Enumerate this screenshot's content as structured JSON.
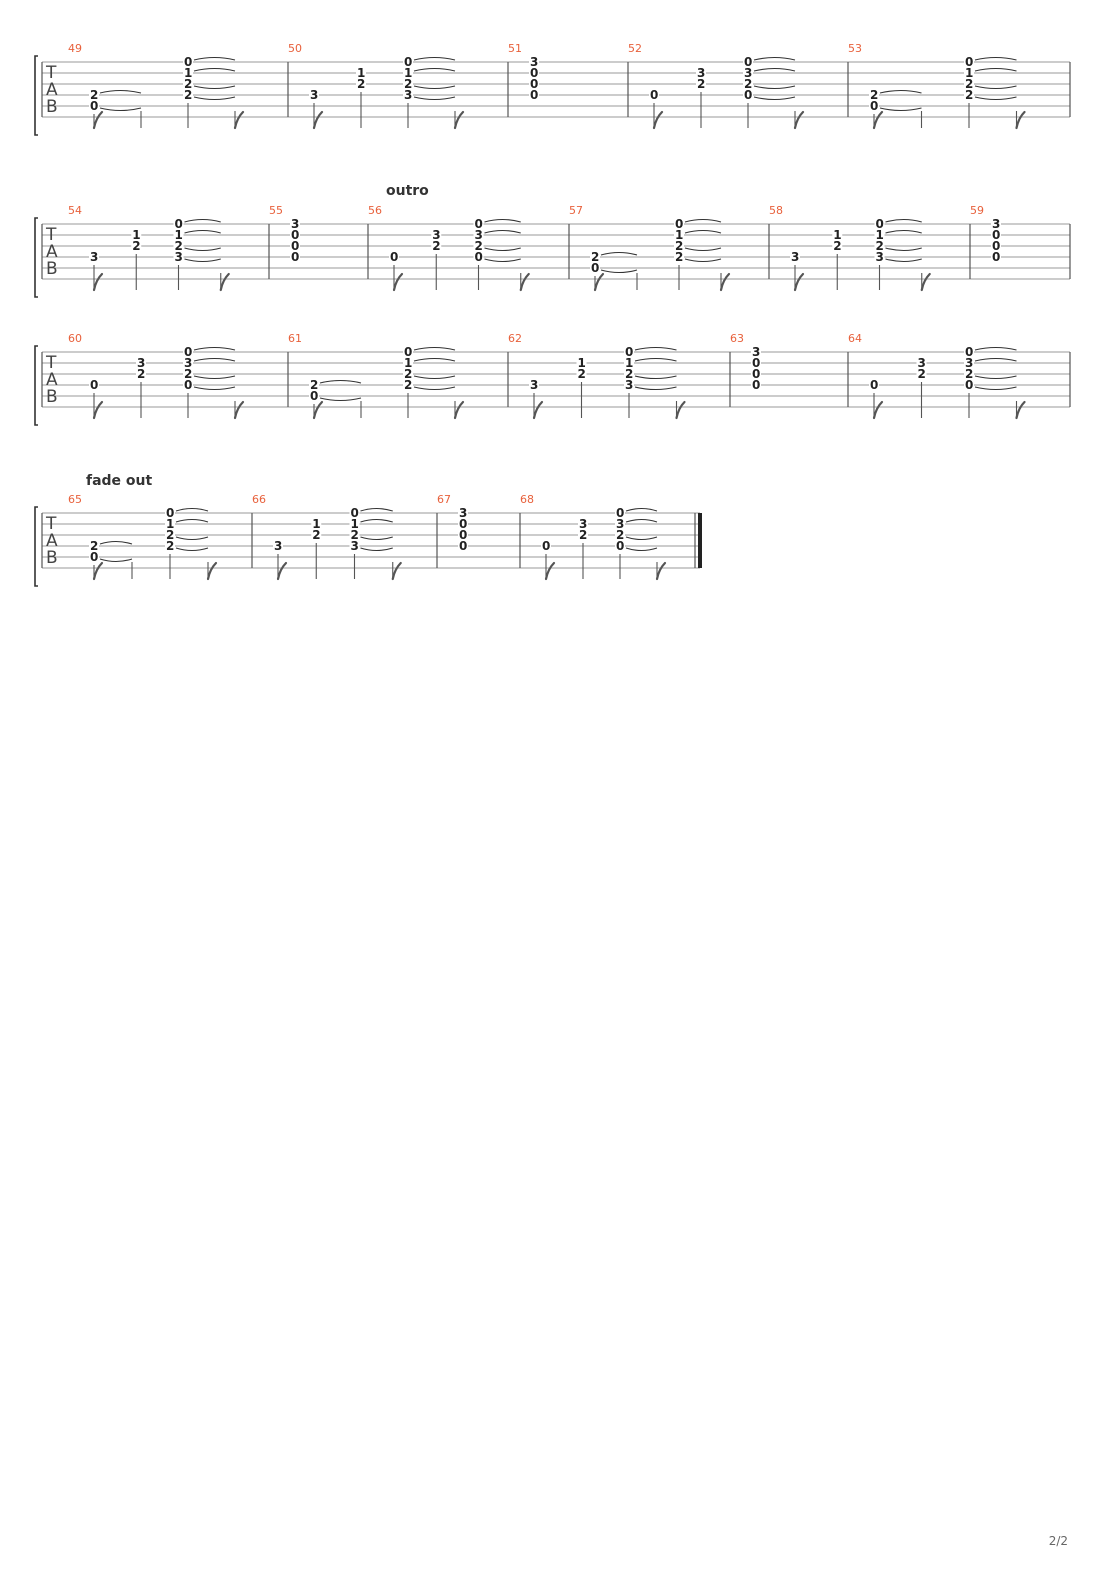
{
  "page_number": "2/2",
  "instrument_clef": [
    "T",
    "A",
    "B"
  ],
  "colors": {
    "measure_number": "#e8613c",
    "notation": "#222222",
    "staff": "#9a9a9a"
  },
  "systems": [
    {
      "label": "",
      "measures": [
        {
          "number": "49",
          "events": [
            {
              "frets": {
                "3": "2",
                "4": "0"
              }
            },
            {
              "frets": {}
            },
            {
              "frets": {
                "0": "0",
                "1": "1",
                "2": "2",
                "3": "2"
              }
            },
            {
              "frets": {}
            }
          ],
          "ties": [
            {
              "from": 0,
              "to": 1,
              "strings": [
                3,
                4
              ]
            },
            {
              "from": 2,
              "to": 3,
              "strings": [
                0,
                1,
                2,
                3
              ]
            }
          ]
        },
        {
          "number": "50",
          "events": [
            {
              "frets": {
                "3": "3"
              }
            },
            {
              "frets": {
                "1": "1",
                "2": "2"
              }
            },
            {
              "frets": {
                "0": "0",
                "1": "1",
                "2": "2",
                "3": "3"
              }
            },
            {
              "frets": {}
            }
          ],
          "ties": [
            {
              "from": 2,
              "to": 3,
              "strings": [
                0,
                1,
                2,
                3
              ]
            }
          ]
        },
        {
          "number": "51",
          "events": [
            {
              "frets": {
                "0": "3",
                "1": "0",
                "2": "0",
                "3": "0"
              },
              "stemless": true
            }
          ],
          "ties": []
        },
        {
          "number": "52",
          "events": [
            {
              "frets": {
                "3": "0"
              }
            },
            {
              "frets": {
                "1": "3",
                "2": "2"
              }
            },
            {
              "frets": {
                "0": "0",
                "1": "3",
                "2": "2",
                "3": "0"
              }
            },
            {
              "frets": {}
            }
          ],
          "ties": [
            {
              "from": 2,
              "to": 3,
              "strings": [
                0,
                1,
                2,
                3
              ]
            }
          ]
        },
        {
          "number": "53",
          "events": [
            {
              "frets": {
                "3": "2",
                "4": "0"
              }
            },
            {
              "frets": {}
            },
            {
              "frets": {
                "0": "0",
                "1": "1",
                "2": "2",
                "3": "2"
              }
            },
            {
              "frets": {}
            }
          ],
          "ties": [
            {
              "from": 0,
              "to": 1,
              "strings": [
                3,
                4
              ]
            },
            {
              "from": 2,
              "to": 3,
              "strings": [
                0,
                1,
                2,
                3
              ]
            }
          ]
        }
      ]
    },
    {
      "label": "outro",
      "measures": [
        {
          "number": "54",
          "events": [
            {
              "frets": {
                "3": "3"
              }
            },
            {
              "frets": {
                "1": "1",
                "2": "2"
              }
            },
            {
              "frets": {
                "0": "0",
                "1": "1",
                "2": "2",
                "3": "3"
              }
            },
            {
              "frets": {}
            }
          ],
          "ties": [
            {
              "from": 2,
              "to": 3,
              "strings": [
                0,
                1,
                2,
                3
              ]
            }
          ]
        },
        {
          "number": "55",
          "events": [
            {
              "frets": {
                "0": "3",
                "1": "0",
                "2": "0",
                "3": "0"
              },
              "stemless": true
            }
          ],
          "ties": []
        },
        {
          "number": "56",
          "events": [
            {
              "frets": {
                "3": "0"
              }
            },
            {
              "frets": {
                "1": "3",
                "2": "2"
              }
            },
            {
              "frets": {
                "0": "0",
                "1": "3",
                "2": "2",
                "3": "0"
              }
            },
            {
              "frets": {}
            }
          ],
          "ties": [
            {
              "from": 2,
              "to": 3,
              "strings": [
                0,
                1,
                2,
                3
              ]
            }
          ]
        },
        {
          "number": "57",
          "events": [
            {
              "frets": {
                "3": "2",
                "4": "0"
              }
            },
            {
              "frets": {}
            },
            {
              "frets": {
                "0": "0",
                "1": "1",
                "2": "2",
                "3": "2"
              }
            },
            {
              "frets": {}
            }
          ],
          "ties": [
            {
              "from": 0,
              "to": 1,
              "strings": [
                3,
                4
              ]
            },
            {
              "from": 2,
              "to": 3,
              "strings": [
                0,
                1,
                2,
                3
              ]
            }
          ]
        },
        {
          "number": "58",
          "events": [
            {
              "frets": {
                "3": "3"
              }
            },
            {
              "frets": {
                "1": "1",
                "2": "2"
              }
            },
            {
              "frets": {
                "0": "0",
                "1": "1",
                "2": "2",
                "3": "3"
              }
            },
            {
              "frets": {}
            }
          ],
          "ties": [
            {
              "from": 2,
              "to": 3,
              "strings": [
                0,
                1,
                2,
                3
              ]
            }
          ]
        },
        {
          "number": "59",
          "events": [
            {
              "frets": {
                "0": "3",
                "1": "0",
                "2": "0",
                "3": "0"
              },
              "stemless": true
            }
          ],
          "ties": []
        }
      ]
    },
    {
      "label": "",
      "measures": [
        {
          "number": "60",
          "events": [
            {
              "frets": {
                "3": "0"
              }
            },
            {
              "frets": {
                "1": "3",
                "2": "2"
              }
            },
            {
              "frets": {
                "0": "0",
                "1": "3",
                "2": "2",
                "3": "0"
              }
            },
            {
              "frets": {}
            }
          ],
          "ties": [
            {
              "from": 2,
              "to": 3,
              "strings": [
                0,
                1,
                2,
                3
              ]
            }
          ]
        },
        {
          "number": "61",
          "events": [
            {
              "frets": {
                "3": "2",
                "4": "0"
              }
            },
            {
              "frets": {}
            },
            {
              "frets": {
                "0": "0",
                "1": "1",
                "2": "2",
                "3": "2"
              }
            },
            {
              "frets": {}
            }
          ],
          "ties": [
            {
              "from": 0,
              "to": 1,
              "strings": [
                3,
                4
              ]
            },
            {
              "from": 2,
              "to": 3,
              "strings": [
                0,
                1,
                2,
                3
              ]
            }
          ]
        },
        {
          "number": "62",
          "events": [
            {
              "frets": {
                "3": "3"
              }
            },
            {
              "frets": {
                "1": "1",
                "2": "2"
              }
            },
            {
              "frets": {
                "0": "0",
                "1": "1",
                "2": "2",
                "3": "3"
              }
            },
            {
              "frets": {}
            }
          ],
          "ties": [
            {
              "from": 2,
              "to": 3,
              "strings": [
                0,
                1,
                2,
                3
              ]
            }
          ]
        },
        {
          "number": "63",
          "events": [
            {
              "frets": {
                "0": "3",
                "1": "0",
                "2": "0",
                "3": "0"
              },
              "stemless": true
            }
          ],
          "ties": []
        },
        {
          "number": "64",
          "events": [
            {
              "frets": {
                "3": "0"
              }
            },
            {
              "frets": {
                "1": "3",
                "2": "2"
              }
            },
            {
              "frets": {
                "0": "0",
                "1": "3",
                "2": "2",
                "3": "0"
              }
            },
            {
              "frets": {}
            }
          ],
          "ties": [
            {
              "from": 2,
              "to": 3,
              "strings": [
                0,
                1,
                2,
                3
              ]
            }
          ]
        }
      ]
    },
    {
      "label": "fade out",
      "final": true,
      "measures": [
        {
          "number": "65",
          "events": [
            {
              "frets": {
                "3": "2",
                "4": "0"
              }
            },
            {
              "frets": {}
            },
            {
              "frets": {
                "0": "0",
                "1": "1",
                "2": "2",
                "3": "2"
              }
            },
            {
              "frets": {}
            }
          ],
          "ties": [
            {
              "from": 0,
              "to": 1,
              "strings": [
                3,
                4
              ]
            },
            {
              "from": 2,
              "to": 3,
              "strings": [
                0,
                1,
                2,
                3
              ]
            }
          ]
        },
        {
          "number": "66",
          "events": [
            {
              "frets": {
                "3": "3"
              }
            },
            {
              "frets": {
                "1": "1",
                "2": "2"
              }
            },
            {
              "frets": {
                "0": "0",
                "1": "1",
                "2": "2",
                "3": "3"
              }
            },
            {
              "frets": {}
            }
          ],
          "ties": [
            {
              "from": 2,
              "to": 3,
              "strings": [
                0,
                1,
                2,
                3
              ]
            }
          ]
        },
        {
          "number": "67",
          "events": [
            {
              "frets": {
                "0": "3",
                "1": "0",
                "2": "0",
                "3": "0"
              },
              "stemless": true
            }
          ],
          "ties": []
        },
        {
          "number": "68",
          "events": [
            {
              "frets": {
                "3": "0"
              }
            },
            {
              "frets": {
                "1": "3",
                "2": "2"
              }
            },
            {
              "frets": {
                "0": "0",
                "1": "3",
                "2": "2",
                "3": "0"
              }
            },
            {
              "frets": {}
            }
          ],
          "ties": [
            {
              "from": 2,
              "to": 3,
              "strings": [
                0,
                1,
                2,
                3
              ]
            }
          ]
        }
      ]
    }
  ]
}
